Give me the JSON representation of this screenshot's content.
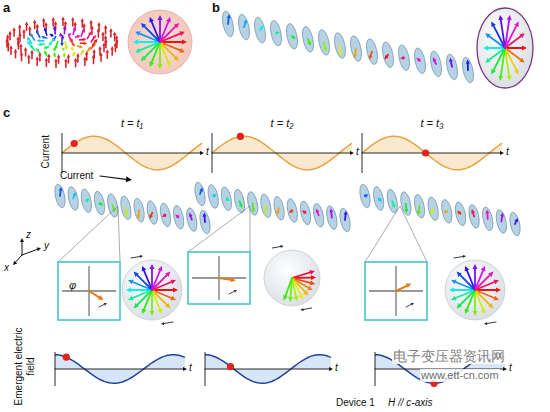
{
  "diagram": {
    "labels": [
      "a",
      "b",
      "c",
      "Current",
      "t = t₁",
      "t = t₂",
      "t = t₃",
      "t",
      "t",
      "t",
      "Current",
      "z",
      "y",
      "x",
      "φ",
      "Emergent electric field",
      "t",
      "t",
      "t",
      "电子变压器资讯网",
      "www.ett-cn.com",
      "Device 1",
      "H // c-axis"
    ]
  }
}
